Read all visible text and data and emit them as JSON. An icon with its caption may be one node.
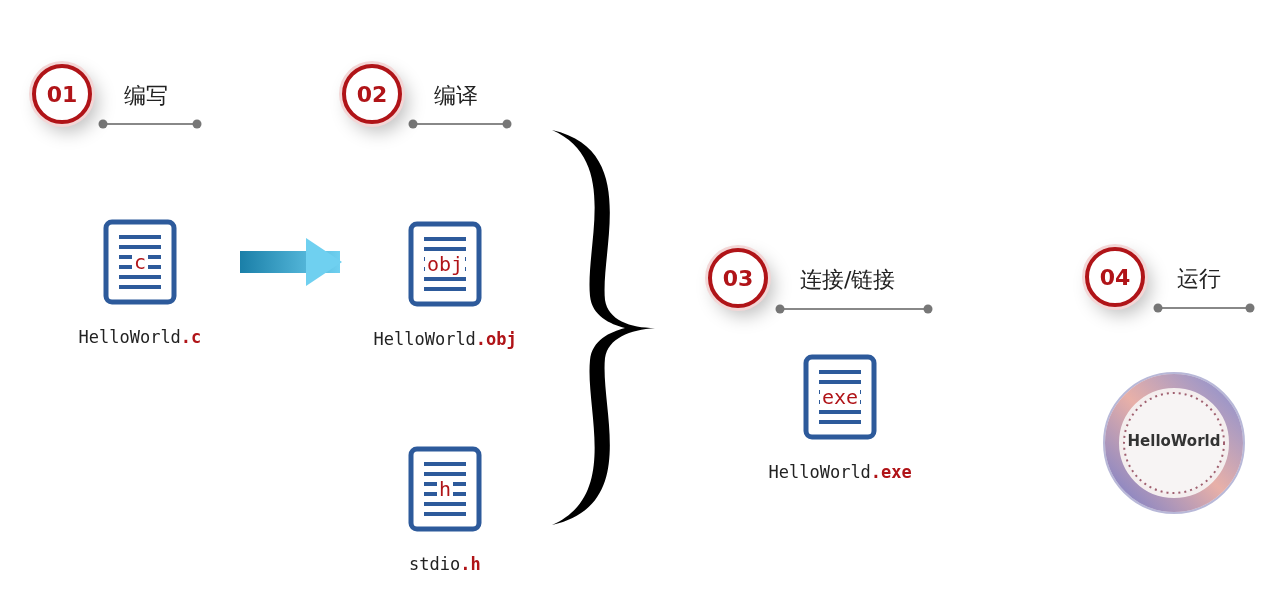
{
  "diagram": {
    "nodes": [
      {
        "text": [
          "01",
          "编写"
        ]
      },
      {
        "text": [
          "02",
          "编译"
        ]
      },
      {
        "text": [
          "03",
          "连接/链接"
        ]
      },
      {
        "text": [
          "04",
          "运行"
        ]
      },
      {
        "text": [
          "c"
        ],
        "beside": [
          "HelloWorld**.c**"
        ]
      },
      {
        "text": [
          "obj"
        ],
        "beside": [
          "HelloWorld**.obj**"
        ]
      },
      {
        "text": [
          "h"
        ],
        "beside": [
          "stdio**.h**"
        ]
      },
      {
        "text": [
          "exe"
        ],
        "beside": [
          "HelloWorld**.exe**"
        ]
      },
      {
        "text": [
          "HelloWorld"
        ]
      },
      {
        "text": [],
        "shape": "brace"
      }
    ],
    "edges": [
      {
        "from": 4,
        "to": 5,
        "arrow": "to"
      }
    ]
  }
}
